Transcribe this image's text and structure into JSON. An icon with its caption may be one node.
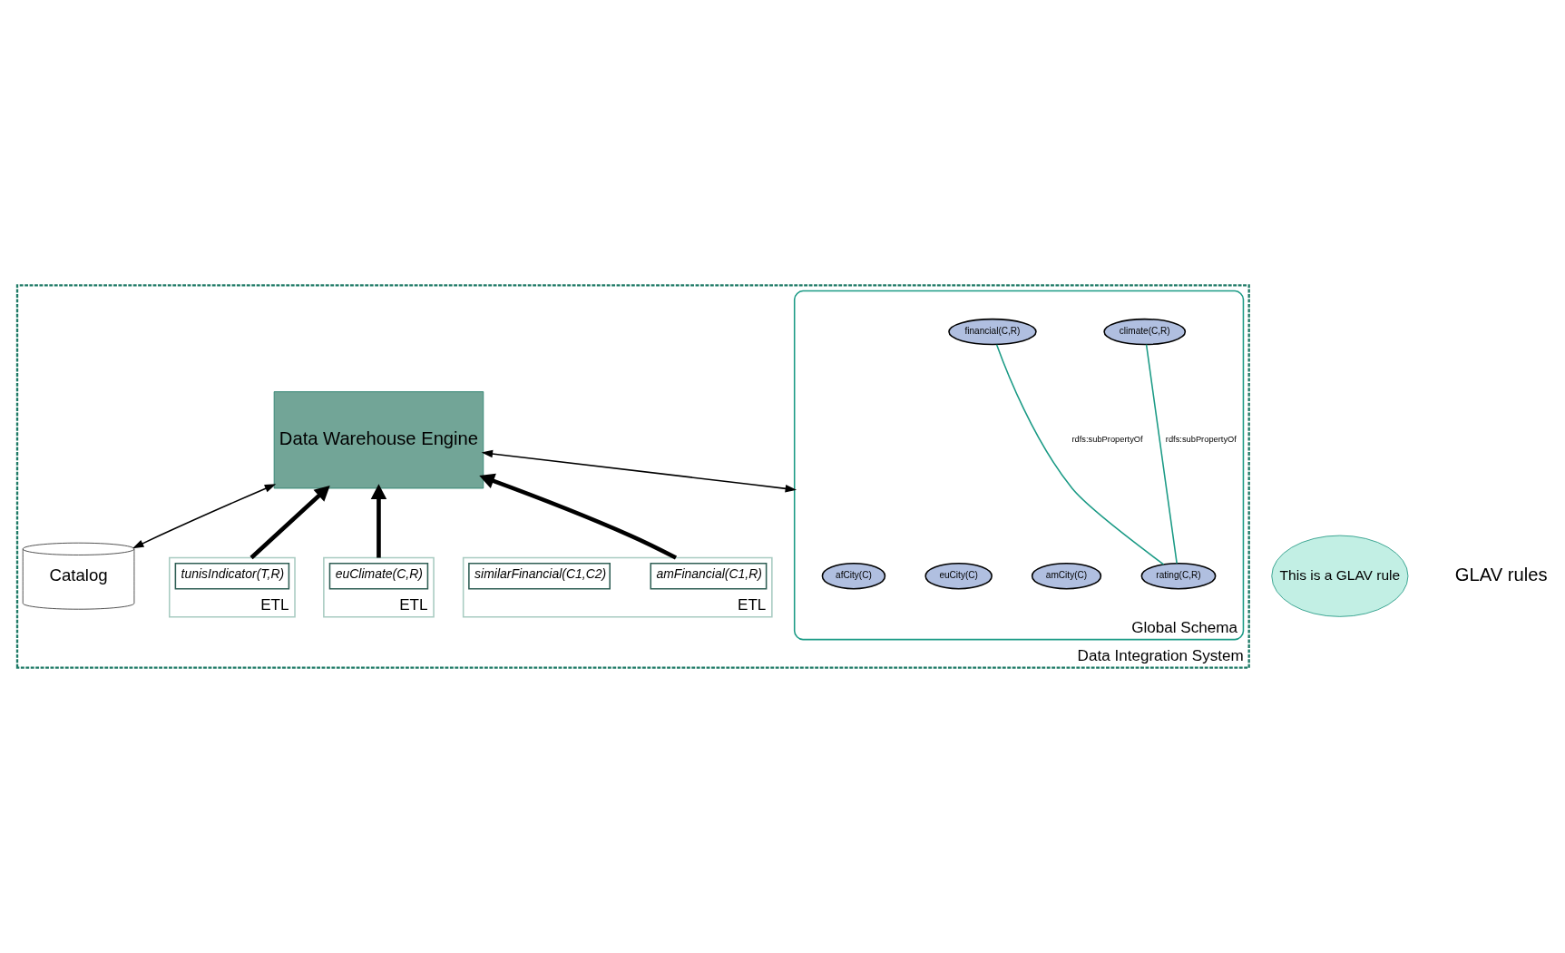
{
  "diagram": {
    "nodes": [
      {
        "text": [
          "Data Integration System"
        ]
      },
      {
        "text": [
          "Global Schema"
        ],
        "in": 0
      },
      {
        "text": [
          "rating(C,R)"
        ],
        "in": 1
      },
      {
        "text": [
          "amCity(C)"
        ],
        "in": 1
      },
      {
        "text": [
          "financial(C,R)"
        ],
        "in": 1
      },
      {
        "text": [
          "climate(C,R)"
        ],
        "in": 1
      },
      {
        "text": [
          "euCity(C)"
        ],
        "in": 1
      },
      {
        "text": [
          "afCity(C)"
        ],
        "in": 1
      },
      {
        "text": [
          "Data Warehouse Engine"
        ],
        "in": 0
      },
      {
        "text": [
          "Catalog"
        ],
        "in": 0
      },
      {
        "text": [
          "ETL"
        ],
        "in": 0
      },
      {
        "text": [
          "amFinancial(C1,R)"
        ],
        "in": 10
      },
      {
        "text": [
          "similarFinancial(C1,C2)"
        ],
        "in": 10
      },
      {
        "text": [
          "ETL"
        ],
        "in": 0
      },
      {
        "text": [
          "euClimate(C,R)"
        ],
        "in": 13
      },
      {
        "text": [
          "ETL"
        ],
        "in": 0
      },
      {
        "text": [
          "tunisIndicator(T,R)"
        ],
        "in": 15
      },
      {
        "text": [
          "This is a GLAV rule"
        ]
      }
    ],
    "edges": [
      {
        "from": 2,
        "to": 4,
        "arrow": "none",
        "label": "rdfs:subPropertyOf",
        "color": "#1a9a85"
      },
      {
        "from": 2,
        "to": 5,
        "arrow": "none",
        "label": "rdfs:subPropertyOf",
        "color": "#1a9a85"
      },
      {
        "from": 1,
        "to": 8,
        "arrow": "both"
      },
      {
        "from": 8,
        "to": 9,
        "arrow": "both"
      },
      {
        "from": 10,
        "to": 8,
        "arrow": "to",
        "style": "thick"
      },
      {
        "from": 13,
        "to": 8,
        "arrow": "to",
        "style": "thick"
      },
      {
        "from": 15,
        "to": 8,
        "arrow": "to",
        "style": "thick"
      }
    ],
    "labels": [
      "GLAV rules"
    ]
  }
}
